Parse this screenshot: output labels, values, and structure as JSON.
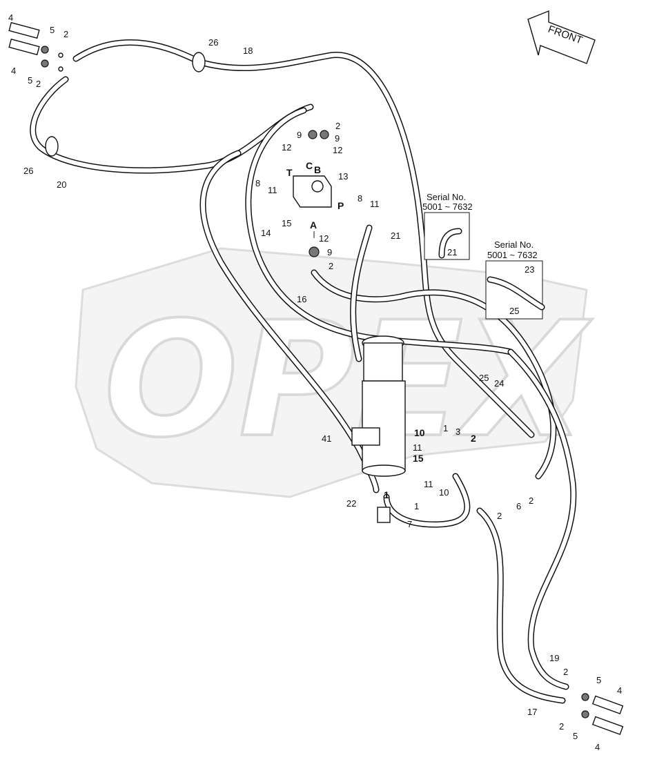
{
  "watermark": "OPEX",
  "front_arrow": {
    "label": "FRONT"
  },
  "inserts": [
    {
      "title": "Serial No.",
      "range": "5001 ~ 7632",
      "parts": [
        "21"
      ]
    },
    {
      "title": "Serial No.",
      "range": "5001 ~ 7632",
      "parts": [
        "23",
        "25"
      ]
    }
  ],
  "port_letters": [
    "C",
    "B",
    "T",
    "P",
    "A"
  ],
  "callouts": [
    "4",
    "5",
    "2",
    "4",
    "5",
    "2",
    "26",
    "18",
    "26",
    "20",
    "2",
    "9",
    "9",
    "12",
    "12",
    "8",
    "11",
    "13",
    "15",
    "14",
    "8",
    "11",
    "12",
    "9",
    "2",
    "16",
    "21",
    "25",
    "24",
    "41",
    "10",
    "1",
    "3",
    "2",
    "11",
    "15",
    "11",
    "10",
    "6",
    "2",
    "2",
    "22",
    "1",
    "7",
    "1",
    "19",
    "2",
    "5",
    "4",
    "17",
    "2",
    "5",
    "4"
  ]
}
